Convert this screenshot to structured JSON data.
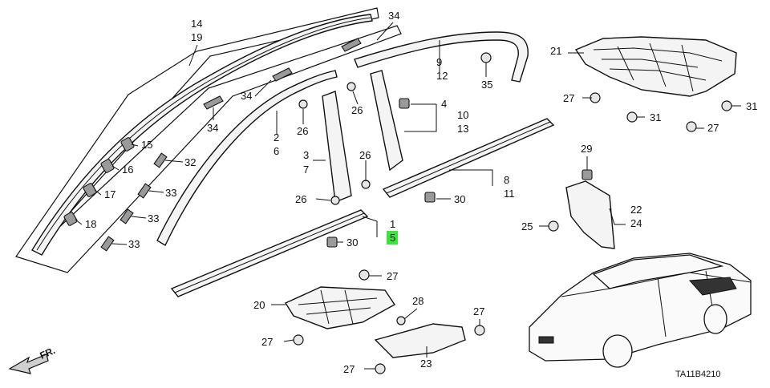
{
  "diagram": {
    "callouts": {
      "c14": "14",
      "c19": "19",
      "c34a": "34",
      "c34b": "34",
      "c34c": "34",
      "c9": "9",
      "c12": "12",
      "c35": "35",
      "c21": "21",
      "c15": "15",
      "c16": "16",
      "c17": "17",
      "c18": "18",
      "c32": "32",
      "c33a": "33",
      "c33b": "33",
      "c33c": "33",
      "c2": "2",
      "c6": "6",
      "c26a": "26",
      "c26b": "26",
      "c26c": "26",
      "c26d": "26",
      "c3": "3",
      "c7": "7",
      "c4": "4",
      "c10": "10",
      "c13": "13",
      "c27a": "27",
      "c27b": "27",
      "c27c": "27",
      "c27d": "27",
      "c27e": "27",
      "c27f": "27",
      "c31a": "31",
      "c31b": "31",
      "c29": "29",
      "c8": "8",
      "c11": "11",
      "c30a": "30",
      "c30b": "30",
      "c1": "1",
      "c5": "5",
      "c22": "22",
      "c24": "24",
      "c25": "25",
      "c20": "20",
      "c28": "28",
      "c23": "23"
    },
    "front_arrow_label": "FR.",
    "diagram_code": "TA11B4210",
    "highlight_color": "#39e639"
  }
}
